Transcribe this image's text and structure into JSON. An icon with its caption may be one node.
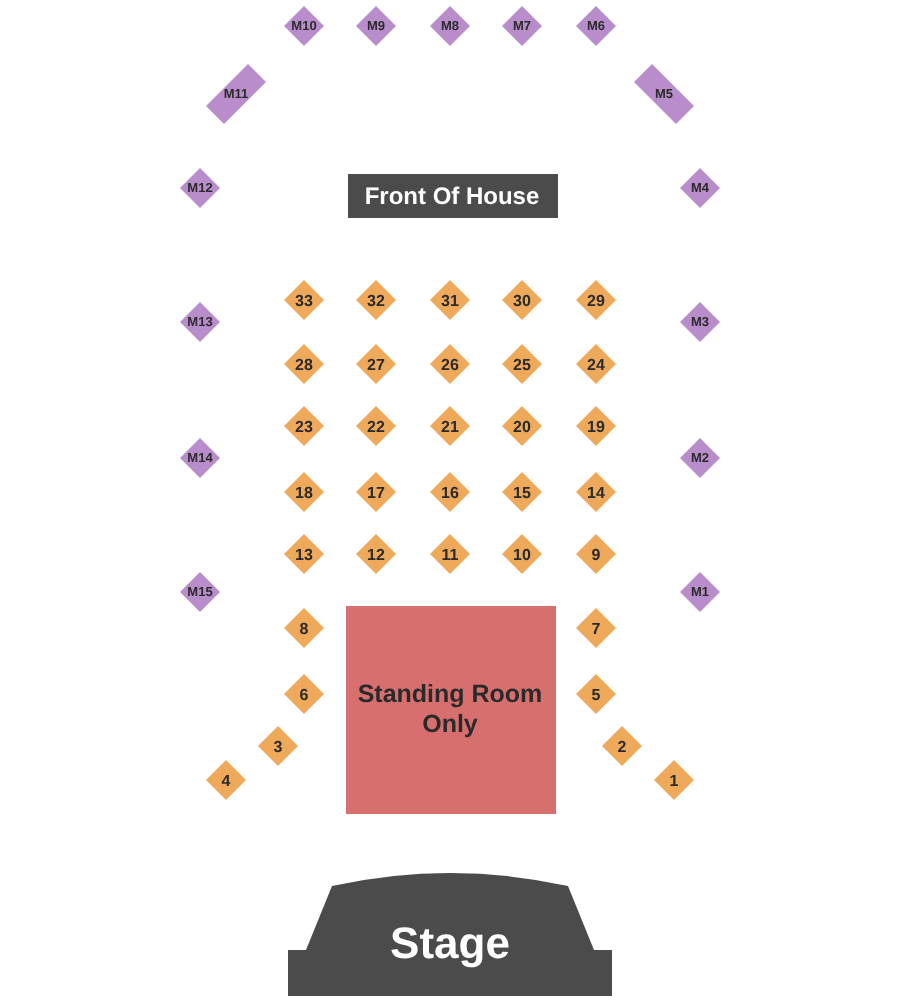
{
  "diagram": {
    "nodes": [
      {
        "text": [
          "M10"
        ]
      },
      {
        "text": [
          "M9"
        ]
      },
      {
        "text": [
          "M8"
        ]
      },
      {
        "text": [
          "M7"
        ]
      },
      {
        "text": [
          "M6"
        ]
      },
      {
        "text": [
          "M11"
        ]
      },
      {
        "text": [
          "M5"
        ]
      },
      {
        "text": [
          "M12"
        ]
      },
      {
        "text": [
          "Front Of House"
        ]
      },
      {
        "text": [
          "M4"
        ]
      },
      {
        "text": [
          "33"
        ]
      },
      {
        "text": [
          "32"
        ]
      },
      {
        "text": [
          "31"
        ]
      },
      {
        "text": [
          "30"
        ]
      },
      {
        "text": [
          "29"
        ]
      },
      {
        "text": [
          "M13"
        ]
      },
      {
        "text": [
          "M3"
        ]
      },
      {
        "text": [
          "28"
        ]
      },
      {
        "text": [
          "27"
        ]
      },
      {
        "text": [
          "26"
        ]
      },
      {
        "text": [
          "25"
        ]
      },
      {
        "text": [
          "24"
        ]
      },
      {
        "text": [
          "23"
        ]
      },
      {
        "text": [
          "22"
        ]
      },
      {
        "text": [
          "21"
        ]
      },
      {
        "text": [
          "20"
        ]
      },
      {
        "text": [
          "19"
        ]
      },
      {
        "text": [
          "M14"
        ]
      },
      {
        "text": [
          "M2"
        ]
      },
      {
        "text": [
          "18"
        ]
      },
      {
        "text": [
          "17"
        ]
      },
      {
        "text": [
          "16"
        ]
      },
      {
        "text": [
          "15"
        ]
      },
      {
        "text": [
          "14"
        ]
      },
      {
        "text": [
          "13"
        ]
      },
      {
        "text": [
          "12"
        ]
      },
      {
        "text": [
          "11"
        ]
      },
      {
        "text": [
          "10"
        ]
      },
      {
        "text": [
          "9"
        ]
      },
      {
        "text": [
          "M15"
        ]
      },
      {
        "text": [
          "M1"
        ]
      },
      {
        "text": [
          "Standing Room Only"
        ]
      },
      {
        "text": [
          "8"
        ]
      },
      {
        "text": [
          "7"
        ]
      },
      {
        "text": [
          "6"
        ]
      },
      {
        "text": [
          "5"
        ]
      },
      {
        "text": [
          "3"
        ]
      },
      {
        "text": [
          "2"
        ]
      },
      {
        "text": [
          "4"
        ]
      },
      {
        "text": [
          "1"
        ]
      },
      {
        "text": [
          "Stage"
        ]
      }
    ]
  }
}
